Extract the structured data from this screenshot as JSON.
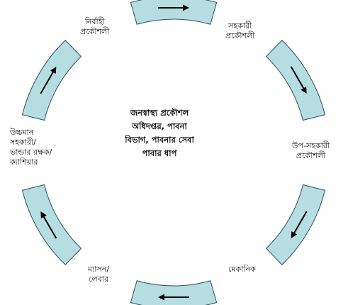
{
  "diagram": {
    "center_lines": [
      "জনস্বাস্থ্য প্রকৌশল",
      "অধিদপ্তর, পাবনা",
      "বিভাগ, পাবনার সেবা",
      "পাবার ধাপ"
    ],
    "steps": [
      {
        "lines": [
          "নির্বাহী",
          "প্রকৌশলী"
        ]
      },
      {
        "lines": [
          "সহকারী",
          "প্রকৌশলী"
        ]
      },
      {
        "lines": [
          "উপ-সহকারী",
          "প্রকৌশলী"
        ]
      },
      {
        "lines": [
          "মেকানিক"
        ]
      },
      {
        "lines": [
          "ম্যাসন/",
          "লেবার"
        ]
      },
      {
        "lines": [
          "উচ্চমান",
          "সহকারী/",
          "ভান্ডার রক্ষক/",
          "ক্যাশিয়ার"
        ]
      }
    ],
    "colors": {
      "segment_fill": "#b5dde2",
      "segment_stroke": "#2d4f59",
      "arrow": "#000000"
    }
  }
}
